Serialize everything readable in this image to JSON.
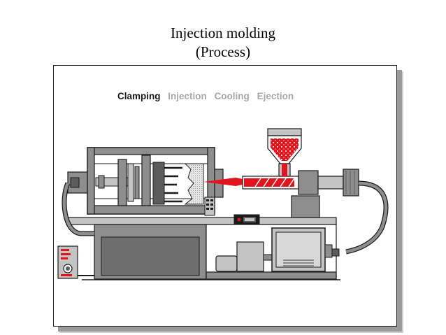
{
  "title": {
    "line1": "Injection molding",
    "line2": "(Process)"
  },
  "stages": {
    "items": [
      {
        "label": "Clamping",
        "active": true
      },
      {
        "label": "Injection",
        "active": false
      },
      {
        "label": "Cooling",
        "active": false
      },
      {
        "label": "Ejection",
        "active": false
      }
    ]
  },
  "colors": {
    "machine_gray": "#8e8e8e",
    "machine_light": "#c4c4c4",
    "molten_plastic": "#e0141c",
    "outline": "#1a1a1a"
  }
}
